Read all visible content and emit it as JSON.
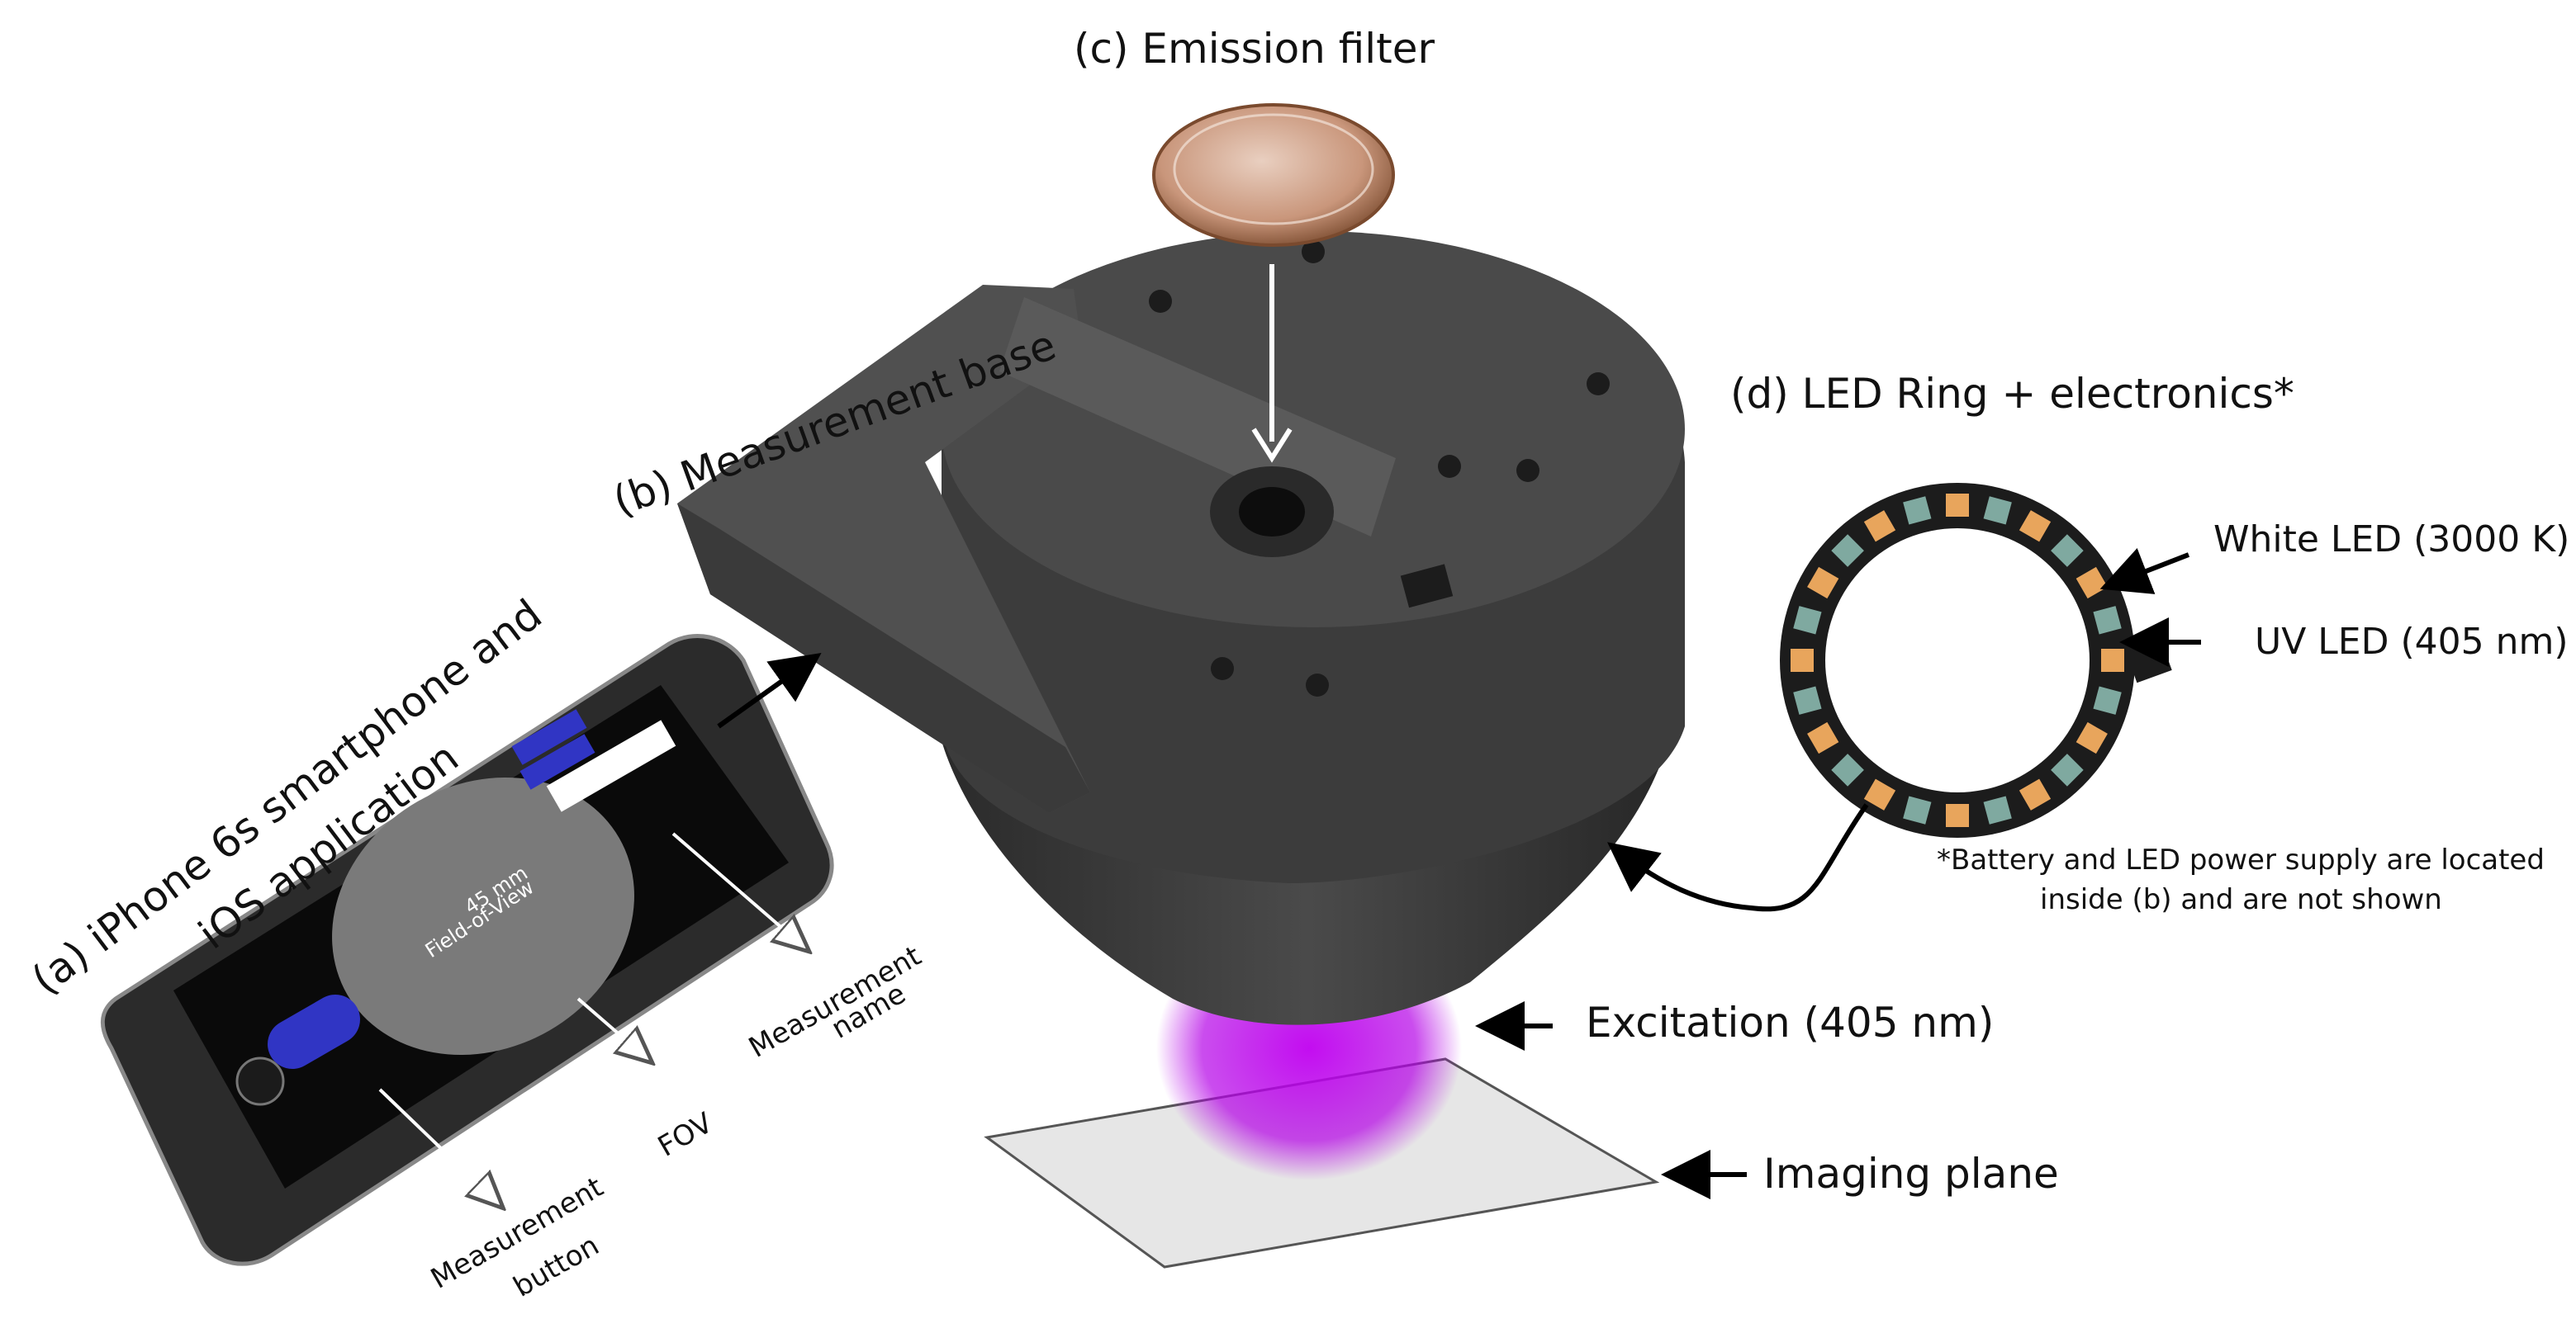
{
  "labels": {
    "a_line1": "(a) iPhone 6s smartphone and",
    "a_line2": "iOS application",
    "b": "(b) Measurement base",
    "c": "(c) Emission filter",
    "d": "(d) LED Ring + electronics*",
    "white_led": "White LED (3000 K)",
    "uv_led": "UV LED (405 nm)",
    "footnote_line1": "*Battery and LED power supply are located",
    "footnote_line2": "inside (b) and are not shown",
    "excitation": "Excitation (405 nm)",
    "imaging_plane": "Imaging plane",
    "measurement_name_1": "Measurement",
    "measurement_name_2": "name",
    "fov": "FOV",
    "measurement_button_1": "Measurement",
    "measurement_button_2": "button"
  },
  "phone_screen": {
    "fov_line1": "45 mm",
    "fov_line2": "Field-of-View"
  },
  "colors": {
    "device_body": "#3a3a3a",
    "excitation_glow": "#b400e6",
    "led_white": "#e8a55c",
    "led_uv": "#7fa9a0",
    "screen_button": "#3035c4"
  }
}
